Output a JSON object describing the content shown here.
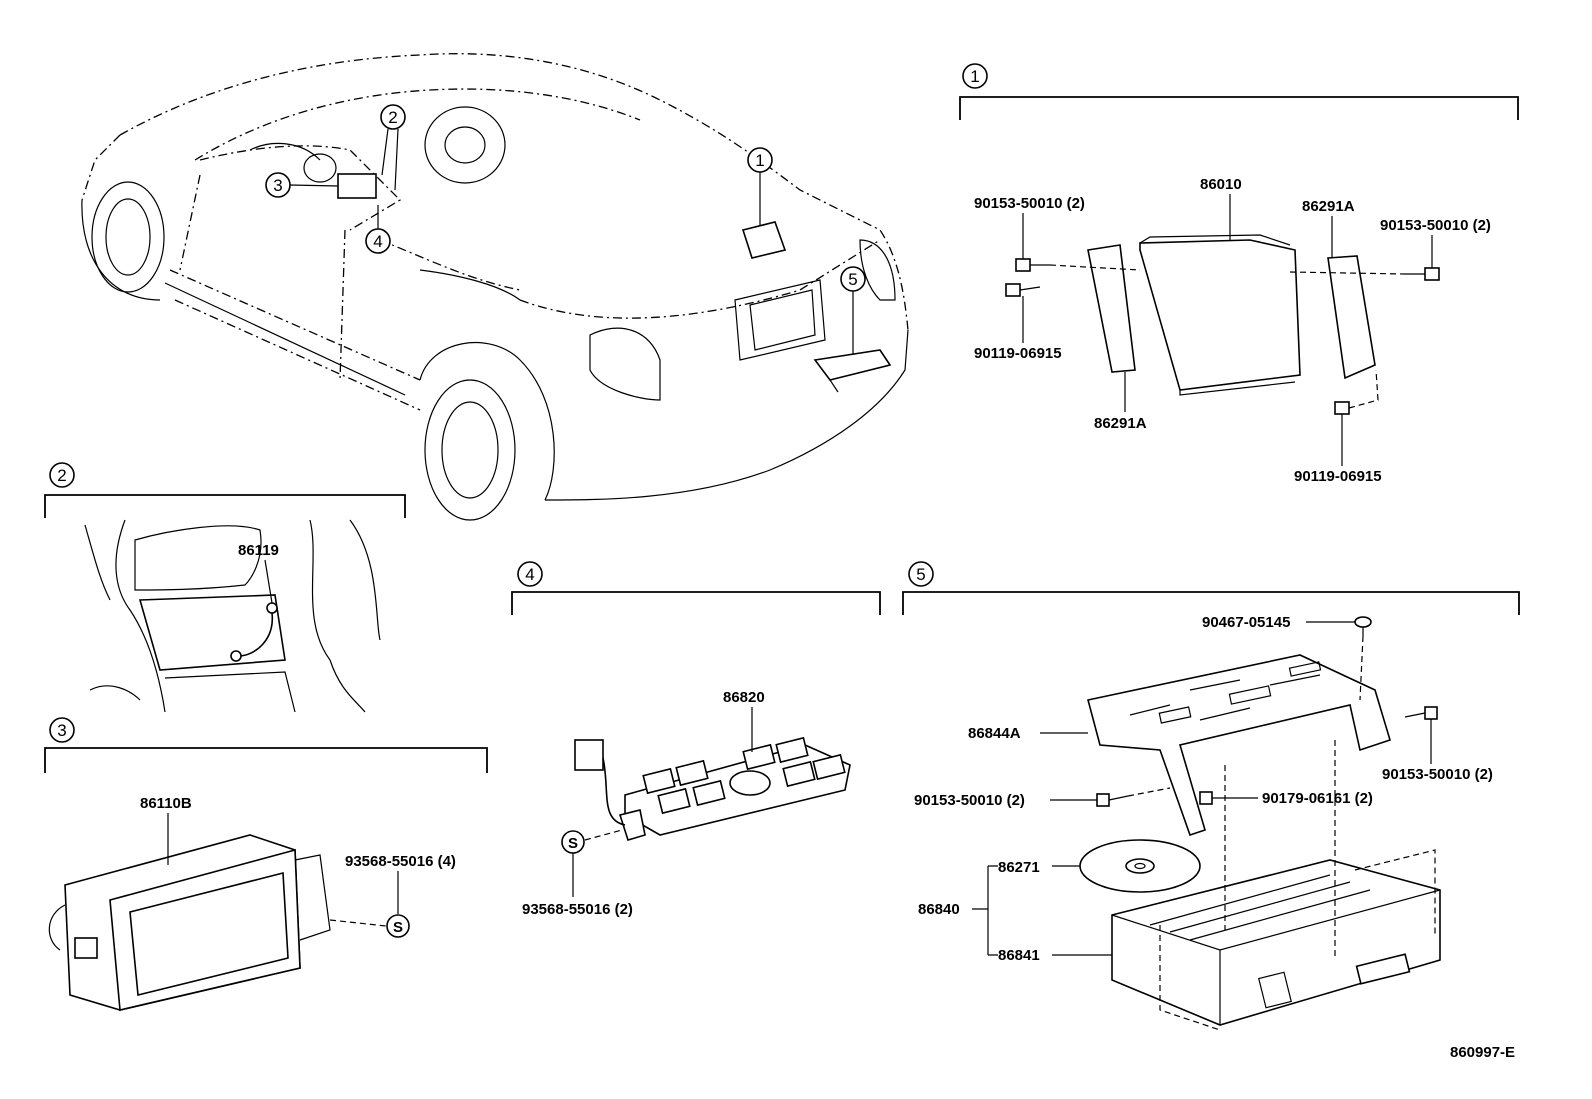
{
  "diagram_id": "860997-E",
  "sections": [
    {
      "num": "1"
    },
    {
      "num": "2"
    },
    {
      "num": "3"
    },
    {
      "num": "4"
    },
    {
      "num": "5"
    }
  ],
  "car_callouts": [
    "1",
    "2",
    "3",
    "4",
    "5"
  ],
  "parts": {
    "p86010": "86010",
    "p86291A_top": "86291A",
    "p86291A_bottom": "86291A",
    "p90153_left": "90153-50010 (2)",
    "p90153_right": "90153-50010 (2)",
    "p90119_left": "90119-06915",
    "p90119_right": "90119-06915",
    "p86119": "86119",
    "p86110B": "86110B",
    "p93568_4": "93568-55016 (4)",
    "p86820": "86820",
    "p93568_2": "93568-55016 (2)",
    "p90467": "90467-05145",
    "p86844A": "86844A",
    "p90153_s5_right": "90153-50010 (2)",
    "p90153_s5_left": "90153-50010 (2)",
    "p90179": "90179-06161 (2)",
    "p86271": "86271",
    "p86840": "86840",
    "p86841": "86841"
  },
  "symbols": {
    "screw_marker": "S"
  }
}
